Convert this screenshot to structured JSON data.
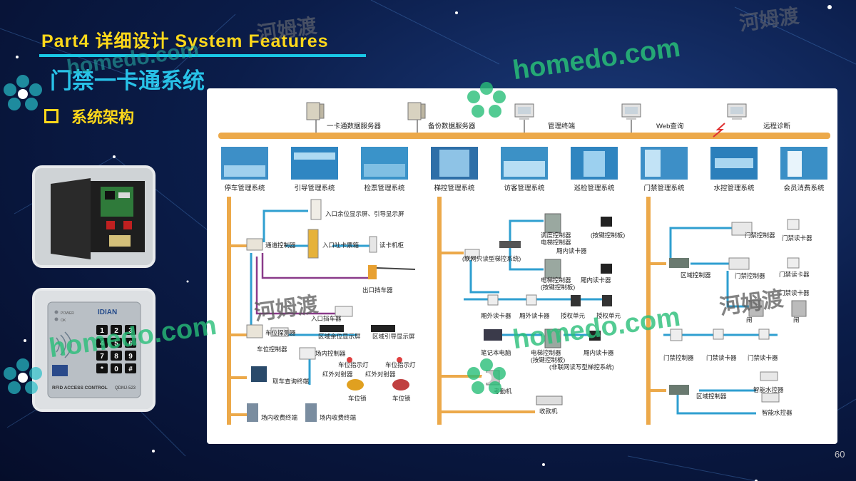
{
  "header": {
    "title": "Part4 详细设计 System Features",
    "subtitle": "门禁一卡通系统",
    "section": "系统架构"
  },
  "page_number": "60",
  "watermark": {
    "cn": "河姆渡",
    "en": "homedo.com"
  },
  "device_photos": [
    {
      "name": "access-controller-board"
    },
    {
      "name": "rfid-keypad-reader",
      "brand": "IDIAN",
      "label": "RFID ACCESS CONTROL",
      "model": "QDMJ-523"
    }
  ],
  "diagram": {
    "servers": [
      "一卡通数据服务器",
      "备份数据服务器",
      "管理终端",
      "Web查询",
      "远程诊断"
    ],
    "subsystems": [
      "停车管理系统",
      "引导管理系统",
      "检票管理系统",
      "梯控管理系统",
      "访客管理系统",
      "巡检管理系统",
      "门禁管理系统",
      "水控管理系统",
      "会员消费系统"
    ],
    "parking": [
      "入口余位显示屏、引导显示屏",
      "通道控制器",
      "入口吐卡票箱",
      "读卡机柜",
      "出口挡车器",
      "入口挡车器",
      "车位探测器",
      "区域余位显示屏",
      "区域引导显示屏",
      "车位控制器",
      "场内控制器",
      "车位指示灯",
      "车位指示灯",
      "红外对射器",
      "红外对射器",
      "车位锁",
      "车位锁",
      "取车查询终端",
      "场内收费终端",
      "场内收费终端"
    ],
    "elevator": [
      "调度控制器",
      "电梯控制器",
      "(按键控制板)",
      "厢内读卡器",
      "(联网只读型梯控系统)",
      "电梯控制器",
      "(按键控制板)",
      "厢内读卡器",
      "厢外读卡器",
      "厢外读卡器",
      "授权单元",
      "授权单元",
      "笔记本电脑",
      "电梯控制器",
      "(按键控制板)",
      "厢内读卡器",
      "(非联网读写型梯控系统)",
      "考勤机",
      "收款机"
    ],
    "access": [
      "门禁控制器",
      "门禁读卡器",
      "区域控制器",
      "门禁控制器",
      "门禁读卡器",
      "门禁读卡器",
      "闸",
      "闸",
      "门禁控制器",
      "门禁读卡器",
      "门禁读卡器",
      "区域控制器",
      "智能水控器",
      "智能水控器"
    ]
  }
}
